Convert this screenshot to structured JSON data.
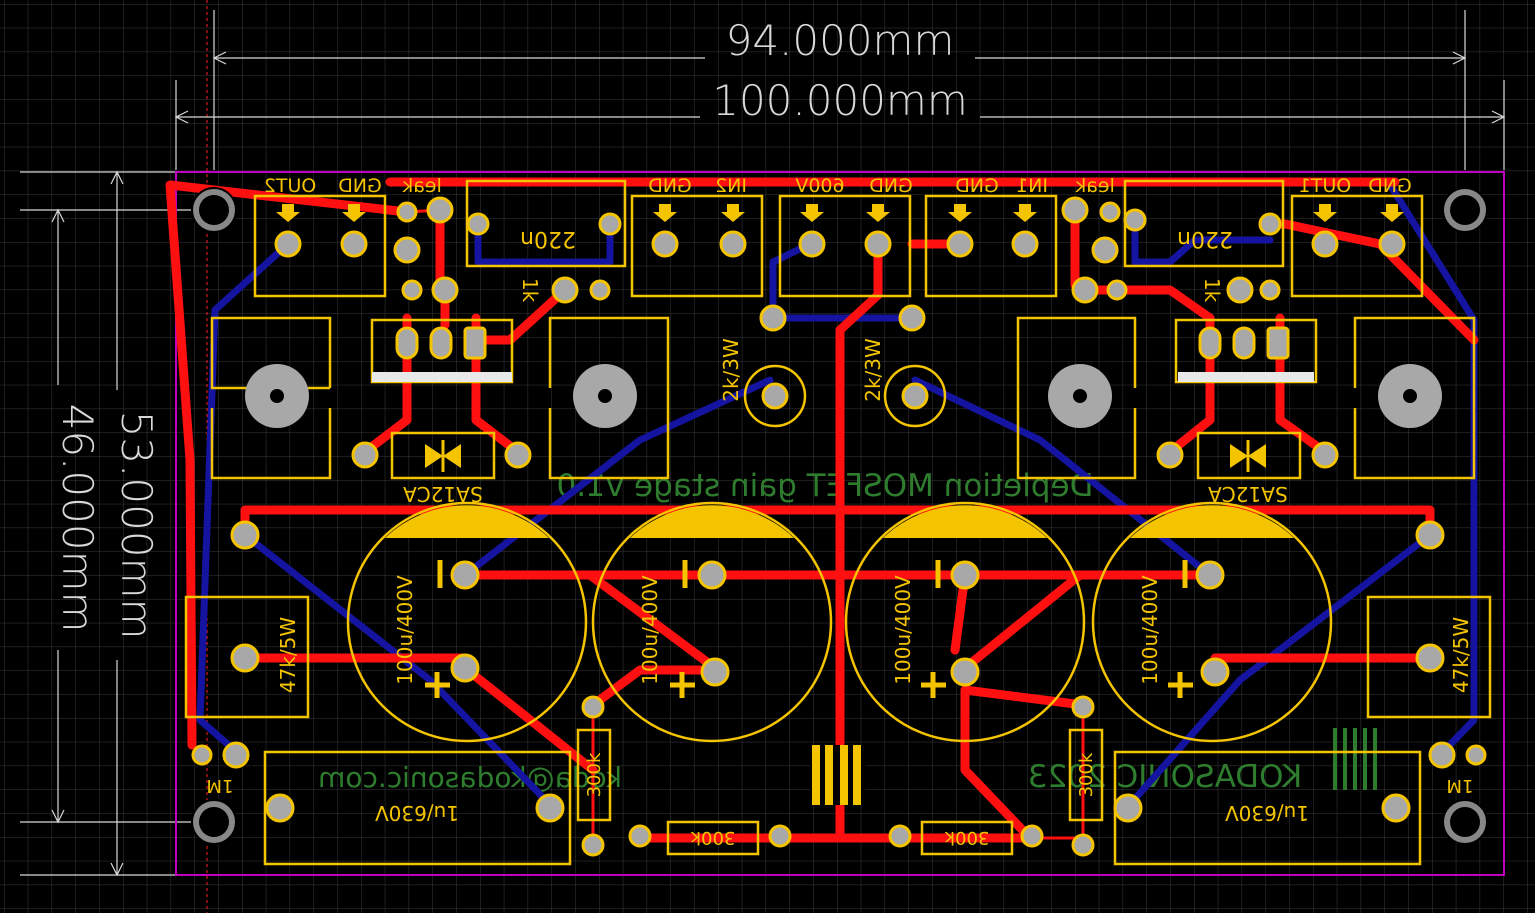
{
  "dimensions": {
    "inner_width": "94.000mm",
    "outer_width": "100.000mm",
    "outer_height": "53.000mm",
    "inner_height": "46.000mm"
  },
  "connectors": {
    "out2": "OUT2",
    "gnd_a": "GND",
    "leak_a": "leak",
    "gnd_b": "GND",
    "in2": "IN2",
    "v600": "600V",
    "gnd_c": "GND",
    "gnd_d": "GND",
    "in1": "IN1",
    "leak_b": "leak",
    "out1": "OUT1",
    "gnd_e": "GND"
  },
  "components": {
    "cap_220n": "220n",
    "res_1k": "1k",
    "res_2k3w": "2k/3W",
    "tvs": "SA12CA",
    "cap_100u": "100u/400V",
    "res_47k": "47k/5W",
    "res_1m": "1M",
    "cap_1u": "1u/630V",
    "res_300k": "300k"
  },
  "watermarks": {
    "title": "Depletion MOSFET gain stage v1.0",
    "email": "koda@kodasonic.com",
    "brand": "KODASONIC 2023"
  },
  "colors": {
    "background": "#000000",
    "grid": "#3a3a3a",
    "outline": "#c000c0",
    "silkscreen": "#f5c400",
    "top_copper": "#ff1010",
    "bottom_copper": "#1414a0",
    "pad": "#a8a8a8",
    "dimension": "#d8d8d8",
    "watermark": "#2e7d2e"
  }
}
